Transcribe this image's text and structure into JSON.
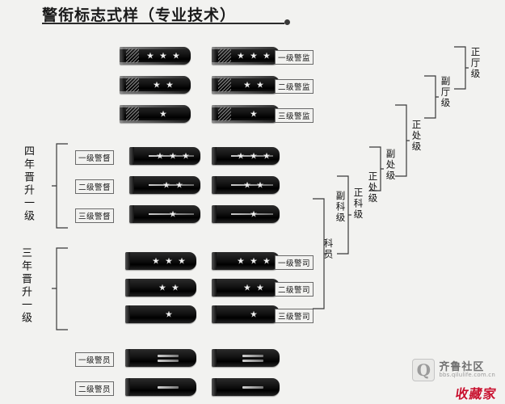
{
  "title": "警衔标志式样（专业技术）",
  "ranks": [
    {
      "id": "r1",
      "label": "一级警监",
      "stars": 3,
      "type": "star",
      "row": 0
    },
    {
      "id": "r2",
      "label": "二级警监",
      "stars": 2,
      "type": "star",
      "row": 1
    },
    {
      "id": "r3",
      "label": "三级警监",
      "stars": 1,
      "type": "star",
      "row": 2
    },
    {
      "id": "r4",
      "label": "一级警督",
      "stars": 3,
      "type": "star",
      "row": 3
    },
    {
      "id": "r5",
      "label": "二级警督",
      "stars": 2,
      "type": "star",
      "row": 4
    },
    {
      "id": "r6",
      "label": "三级警督",
      "stars": 1,
      "type": "star",
      "row": 5
    },
    {
      "id": "r7",
      "label": "一级警司",
      "stars": 3,
      "type": "star",
      "row": 6
    },
    {
      "id": "r8",
      "label": "二级警司",
      "stars": 2,
      "type": "star",
      "row": 7
    },
    {
      "id": "r9",
      "label": "三级警司",
      "stars": 1,
      "type": "star",
      "row": 8
    },
    {
      "id": "r10",
      "label": "一级警员",
      "stars": 2,
      "type": "bar",
      "row": 9
    },
    {
      "id": "r11",
      "label": "二级警员",
      "stars": 1,
      "type": "bar",
      "row": 10
    }
  ],
  "left_groups": [
    {
      "id": "g4y",
      "text": "四年晋升一级",
      "rows": "3-5"
    },
    {
      "id": "g3y",
      "text": "三年晋升一级",
      "rows": "6-8"
    }
  ],
  "right_levels": [
    {
      "id": "zhengting",
      "text": "正厅级"
    },
    {
      "id": "futing",
      "text": "副厅级"
    },
    {
      "id": "zhengchu",
      "text": "正处级"
    },
    {
      "id": "fuchu",
      "text": "副处级"
    },
    {
      "id": "zhengchu2",
      "text": "正处级"
    },
    {
      "id": "zhengke",
      "text": "正科级"
    },
    {
      "id": "fuke",
      "text": "副科级"
    },
    {
      "id": "keyuan",
      "text": "科员"
    }
  ],
  "watermark": {
    "logo_letter": "Q",
    "name": "齐鲁社区",
    "url": "bbs.qilulife.com.cn",
    "red_stamp": "收藏家"
  }
}
